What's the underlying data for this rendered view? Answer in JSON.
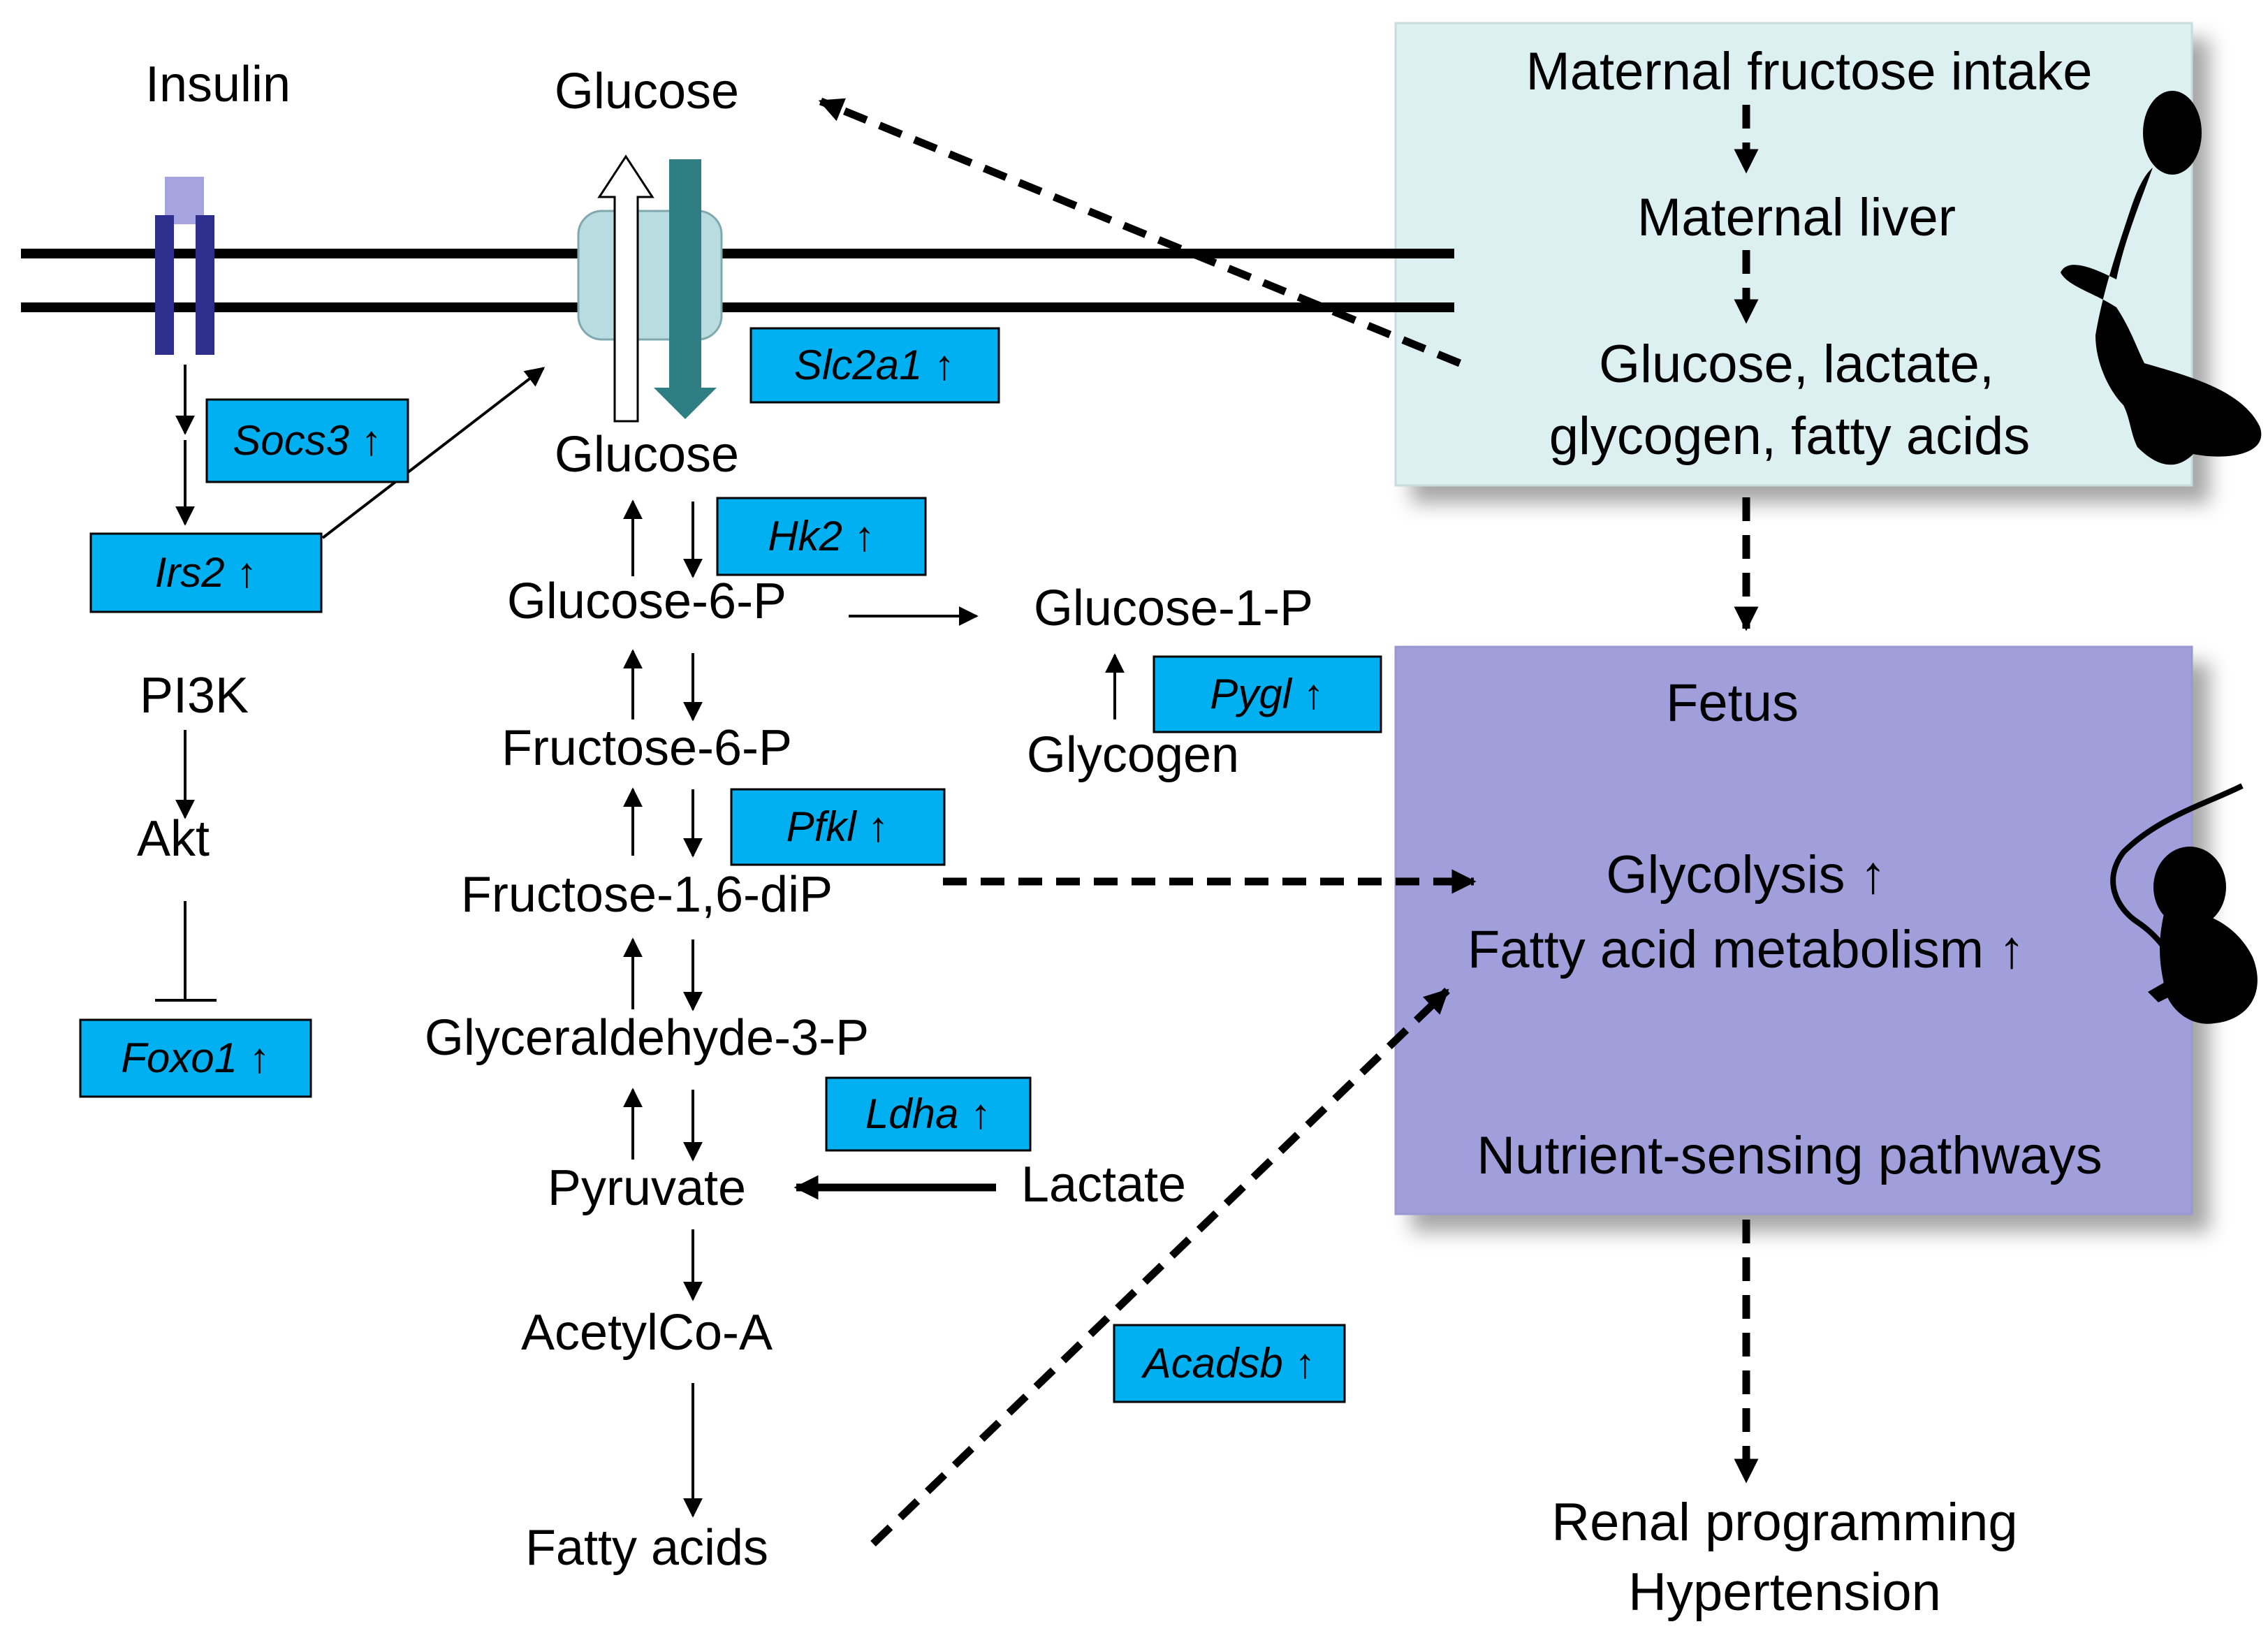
{
  "colors": {
    "gene_box": "#00B0F0",
    "maternal_box": "#DCEFF1",
    "fetus_box": "#A09EDB",
    "receptor_dark": "#2E2E8C",
    "receptor_light": "#A5A3E0",
    "transporter": "#B9DCE1",
    "transporter_arrow": "#2E7E83"
  },
  "signaling": {
    "insulin": "Insulin",
    "pi3k": "PI3K",
    "akt": "Akt"
  },
  "metabolites": {
    "glucose_outside": "Glucose",
    "glucose_inside": "Glucose",
    "glucose_6p": "Glucose-6-P",
    "glucose_1p": "Glucose-1-P",
    "glycogen": "Glycogen",
    "fructose_6p": "Fructose-6-P",
    "fructose_16dip": "Fructose-1,6-diP",
    "glyceraldehyde_3p": "Glyceraldehyde-3-P",
    "pyruvate": "Pyruvate",
    "lactate": "Lactate",
    "acetylcoa": "AcetylCo-A",
    "fatty_acids": "Fatty acids"
  },
  "genes": {
    "socs3": "Socs3",
    "irs2": "Irs2",
    "foxo1": "Foxo1",
    "slc2a1": "Slc2a1",
    "hk2": "Hk2",
    "pygl": "Pygl",
    "pfkl": "Pfkl",
    "ldha": "Ldha",
    "acadsb": "Acadsb",
    "up_arrow": "↑"
  },
  "maternal": {
    "line1": "Maternal fructose intake",
    "line2": "Maternal liver",
    "line3": "Glucose, lactate,",
    "line4": "glycogen, fatty acids"
  },
  "fetus": {
    "title": "Fetus",
    "glycolysis": "Glycolysis",
    "fatty_acid": "Fatty acid metabolism",
    "up_arrow": "↑",
    "nutrient": "Nutrient-sensing pathways"
  },
  "outcome": {
    "line1": "Renal programming",
    "line2": "Hypertension"
  }
}
